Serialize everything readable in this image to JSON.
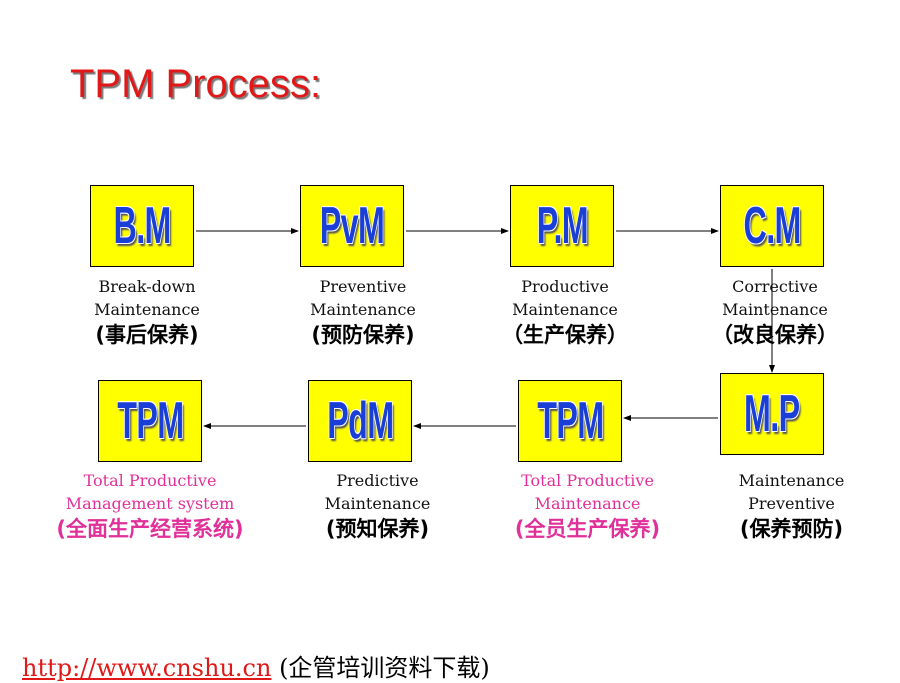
{
  "title": "TPM Process:",
  "boxes": {
    "bm": {
      "label": "B.M",
      "en1": "Break-down",
      "en2": "Maintenance",
      "cn": "(事后保养)"
    },
    "pvm": {
      "label": "PvM",
      "en1": "Preventive",
      "en2": "Maintenance",
      "cn": "(预防保养)"
    },
    "pm": {
      "label": "P.M",
      "en1": "Productive",
      "en2": "Maintenance",
      "cn": "（生产保养）"
    },
    "cm": {
      "label": "C.M",
      "en1": "Corrective",
      "en2": "Maintenance",
      "cn": "（改良保养）"
    },
    "mp": {
      "label": "M.P",
      "en1": "Maintenance",
      "en2": "Preventive",
      "cn": "(保养预防)"
    },
    "tpm_mid": {
      "label": "TPM",
      "en1": "Total Productive",
      "en2": "Maintenance",
      "cn": "(全员生产保养)"
    },
    "pdm": {
      "label": "PdM",
      "en1": "Predictive",
      "en2": "Maintenance",
      "cn": "(预知保养)"
    },
    "tpm_left": {
      "label": "TPM",
      "en1": "Total Productive",
      "en2": "Management system",
      "cn": "(全面生产经营系统)"
    }
  },
  "colors": {
    "title": "#e01818",
    "box_fill": "#ffff00",
    "box_text": "#1a3fd6",
    "pink": "#e0309a"
  },
  "footer": {
    "link": "http://www.cnshu.cn",
    "text": " (企管培训资料下载)"
  }
}
